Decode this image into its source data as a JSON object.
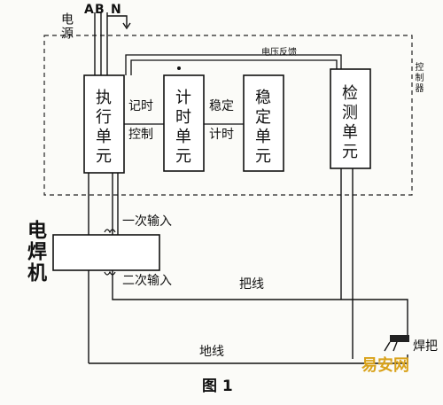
{
  "power": {
    "title": "电源",
    "phase_a": "A",
    "phase_b": "B",
    "neutral": "N"
  },
  "controller": {
    "label": "控制器",
    "units": {
      "exec": "执行单元",
      "timer": "计时单元",
      "stable": "稳定单元",
      "detect": "检测单元"
    },
    "feedback": "电压反馈",
    "timing_control_1": "记时",
    "timing_control_2": "控制",
    "stable_timing_1": "稳定",
    "stable_timing_2": "计时"
  },
  "welder": {
    "label": "电焊机",
    "primary_input": "一次输入",
    "secondary_input": "二次输入"
  },
  "cables": {
    "handle_line": "把线",
    "ground_line": "地线",
    "torch": "焊把"
  },
  "caption": "图 1",
  "watermark": "易安网"
}
